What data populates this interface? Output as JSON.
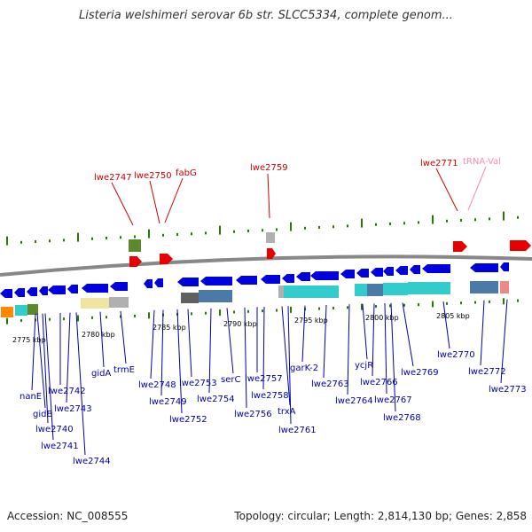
{
  "title": "Listeria welshimeri serovar 6b str. SLCC5334, complete genom...",
  "footer": {
    "accession": "Accession: NC_008555",
    "stats": "Topology: circular; Length: 2,814,130 bp; Genes: 2,858"
  },
  "colors": {
    "backbone": "#888888",
    "highlight_gene": "#e60000",
    "highlight_label": "#cc0000",
    "trna_label": "#f58cb4",
    "label_blue": "#0000aa",
    "tick": "#2a7a00",
    "cds_blue": "#0000dd",
    "cyan": "#33cccc",
    "steel": "#4a7aa8",
    "olive": "#5a8a2a",
    "orange": "#ff8800",
    "yellow": "#eee6a0",
    "gray": "#b0b0b0",
    "dark_gray": "#606060",
    "pink": "#ee8888"
  },
  "kbp_labels": [
    "2775 kbp",
    "2780 kbp",
    "2785 kbp",
    "2790 kbp",
    "2795 kbp",
    "2800 kbp",
    "2805 kbp"
  ],
  "top_labels": [
    {
      "text": "lwe2747",
      "color": "red"
    },
    {
      "text": "lwe2750",
      "color": "red"
    },
    {
      "text": "fabG",
      "color": "red"
    },
    {
      "text": "lwe2759",
      "color": "red"
    },
    {
      "text": "lwe2771",
      "color": "red"
    },
    {
      "text": "tRNA-Val",
      "color": "pink"
    }
  ],
  "bottom_labels": [
    "nanE",
    "gidB",
    "lwe2740",
    "lwe2741",
    "lwe2742",
    "lwe2743",
    "lwe2744",
    "gidA",
    "trmE",
    "lwe2748",
    "lwe2749",
    "lwe2752",
    "lwe2753",
    "lwe2754",
    "serC",
    "lwe2756",
    "lwe2757",
    "lwe2758",
    "trxA",
    "lwe2761",
    "garK-2",
    "lwe2763",
    "lwe2764",
    "ycjR",
    "lwe2766",
    "lwe2767",
    "lwe2768",
    "lwe2769",
    "lwe2770",
    "lwe2772",
    "lwe2773"
  ]
}
